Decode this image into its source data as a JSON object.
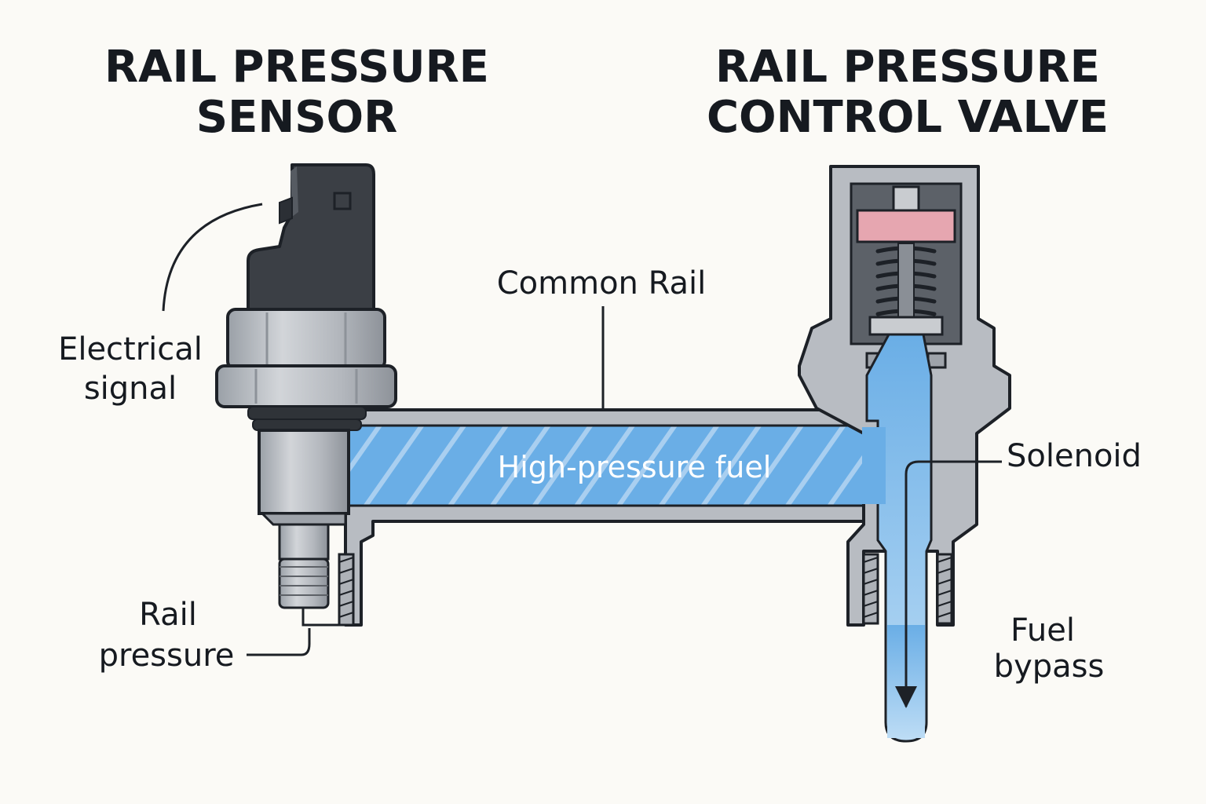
{
  "titles": {
    "sensor_line1": "RAIL PRESSURE",
    "sensor_line2": "SENSOR",
    "valve_line1": "RAIL PRESSURE",
    "valve_line2": "CONTROL VALVE"
  },
  "labels": {
    "electrical_line1": "Electrical",
    "electrical_line2": "signal",
    "common_rail": "Common Rail",
    "high_pressure_fuel": "High-pressure fuel",
    "solenoid": "Solenoid",
    "rail_pressure_line1": "Rail",
    "rail_pressure_line2": "pressure",
    "fuel_bypass_line1": "Fuel",
    "fuel_bypass_line2": "bypass"
  },
  "colors": {
    "fuel": "#6aaee6",
    "metal": "#b8bcc2",
    "metal_dark": "#9ea3aa",
    "connector": "#3b3f45",
    "armature": "#e6a6b0",
    "outline": "#1d2127"
  },
  "icons": {
    "flow_arrow": "arrow-down-icon"
  }
}
